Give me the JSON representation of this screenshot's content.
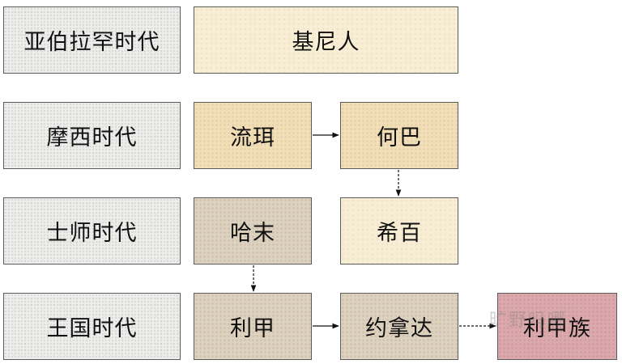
{
  "eras": [
    {
      "id": "abraham",
      "label": "亚伯拉罕时代"
    },
    {
      "id": "moses",
      "label": "摩西时代"
    },
    {
      "id": "judges",
      "label": "士师时代"
    },
    {
      "id": "kingdom",
      "label": "王国时代"
    }
  ],
  "nodes": {
    "kenites": "基尼人",
    "reuel": "流珥",
    "hobab": "何巴",
    "heber": "希百",
    "hammath": "哈末",
    "rechab": "利甲",
    "jonadab": "约拿达",
    "rechabites": "利甲族"
  },
  "watermark": "旷野吗哪",
  "edges": [
    {
      "from": "reuel",
      "to": "hobab",
      "style": "solid"
    },
    {
      "from": "hobab",
      "to": "heber",
      "style": "dashed"
    },
    {
      "from": "hammath",
      "to": "rechab",
      "style": "dashed"
    },
    {
      "from": "rechab",
      "to": "jonadab",
      "style": "solid"
    },
    {
      "from": "jonadab",
      "to": "rechabites",
      "style": "dashed"
    }
  ],
  "colors": {
    "era_fill": "#ededec",
    "cream_fill": "#f8eed5",
    "tan_fill": "#f2dfb8",
    "khaki_fill": "#ddd2bf",
    "pink_fill": "#dba9ac",
    "border": "#5a5a5a"
  }
}
